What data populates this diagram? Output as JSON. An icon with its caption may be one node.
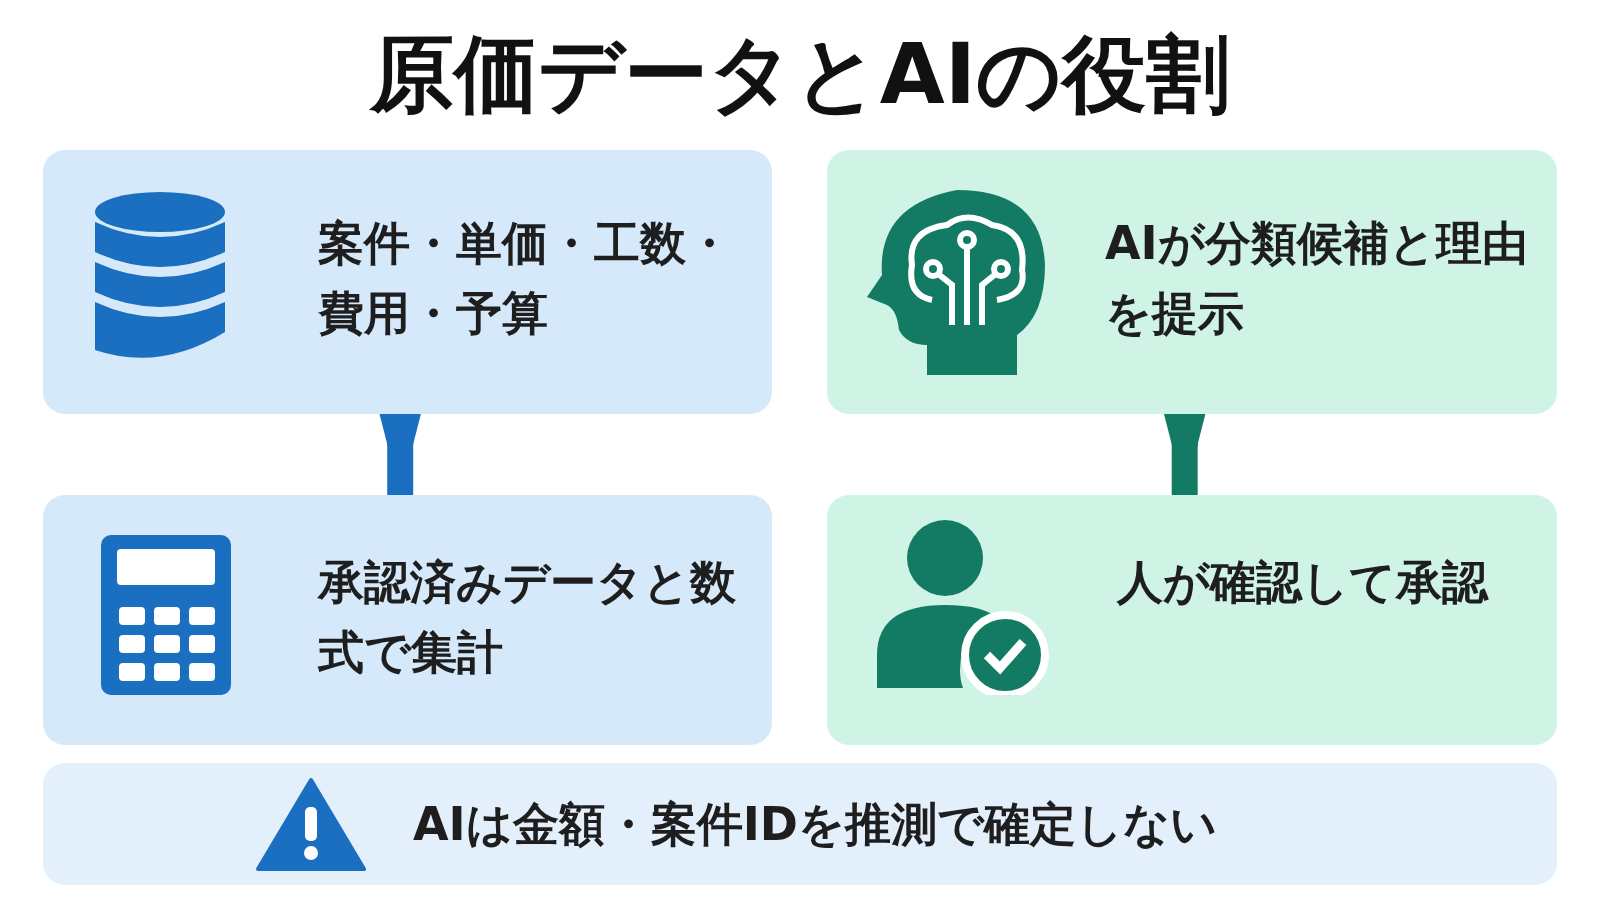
{
  "diagram": {
    "title": "原価データとAIの役割",
    "nodes": [
      {
        "text": [
          "案件・単価・工数・費用・予算"
        ]
      },
      {
        "text": [
          "AIが分類候補と理由を提示"
        ]
      },
      {
        "text": [
          "承認済みデータと数式で集計"
        ]
      },
      {
        "text": [
          "人が確認して承認"
        ]
      },
      {
        "text": [
          "AIは金額・案件IDを推測で確定しない"
        ]
      }
    ],
    "edges": [
      {
        "from": 0,
        "to": 2,
        "arrow": "to",
        "color": "#1a6fc0"
      },
      {
        "from": 1,
        "to": 3,
        "arrow": "to",
        "color": "#137a63"
      }
    ]
  }
}
